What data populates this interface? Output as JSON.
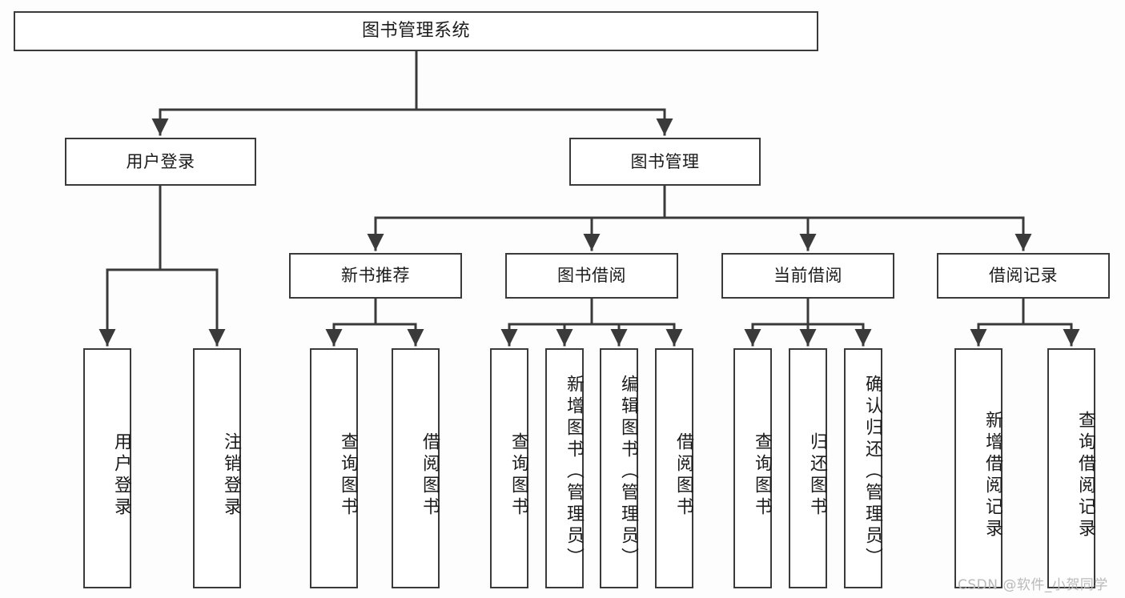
{
  "diagram": {
    "type": "tree",
    "title": "图书管理系统",
    "root": {
      "label": "图书管理系统"
    },
    "level2": [
      {
        "label": "用户登录"
      },
      {
        "label": "图书管理"
      }
    ],
    "level3": [
      {
        "label": "新书推荐"
      },
      {
        "label": "图书借阅"
      },
      {
        "label": "当前借阅"
      },
      {
        "label": "借阅记录"
      }
    ],
    "leaves": {
      "user_login": [
        {
          "label": "用户登录"
        },
        {
          "label": "注销登录"
        }
      ],
      "new_book_recommend": [
        {
          "label": "查询图书"
        },
        {
          "label": "借阅图书"
        }
      ],
      "book_borrow": [
        {
          "label": "查询图书"
        },
        {
          "label": "新增图书（管理员）"
        },
        {
          "label": "编辑图书（管理员）"
        },
        {
          "label": "借阅图书"
        }
      ],
      "current_borrow": [
        {
          "label": "查询图书"
        },
        {
          "label": "归还图书"
        },
        {
          "label": "确认归还（管理员）"
        }
      ],
      "borrow_record": [
        {
          "label": "新增借阅记录"
        },
        {
          "label": "查询借阅记录"
        }
      ]
    }
  },
  "watermark": {
    "text": "CSDN @软件_小贺同学"
  },
  "colors": {
    "line": "#3a3a3a",
    "box_border": "#3a3a3a",
    "box_fill": "#ffffff",
    "text": "#1b1b1b",
    "background": "#fdfdfd",
    "watermark": "#b9b9b9"
  }
}
